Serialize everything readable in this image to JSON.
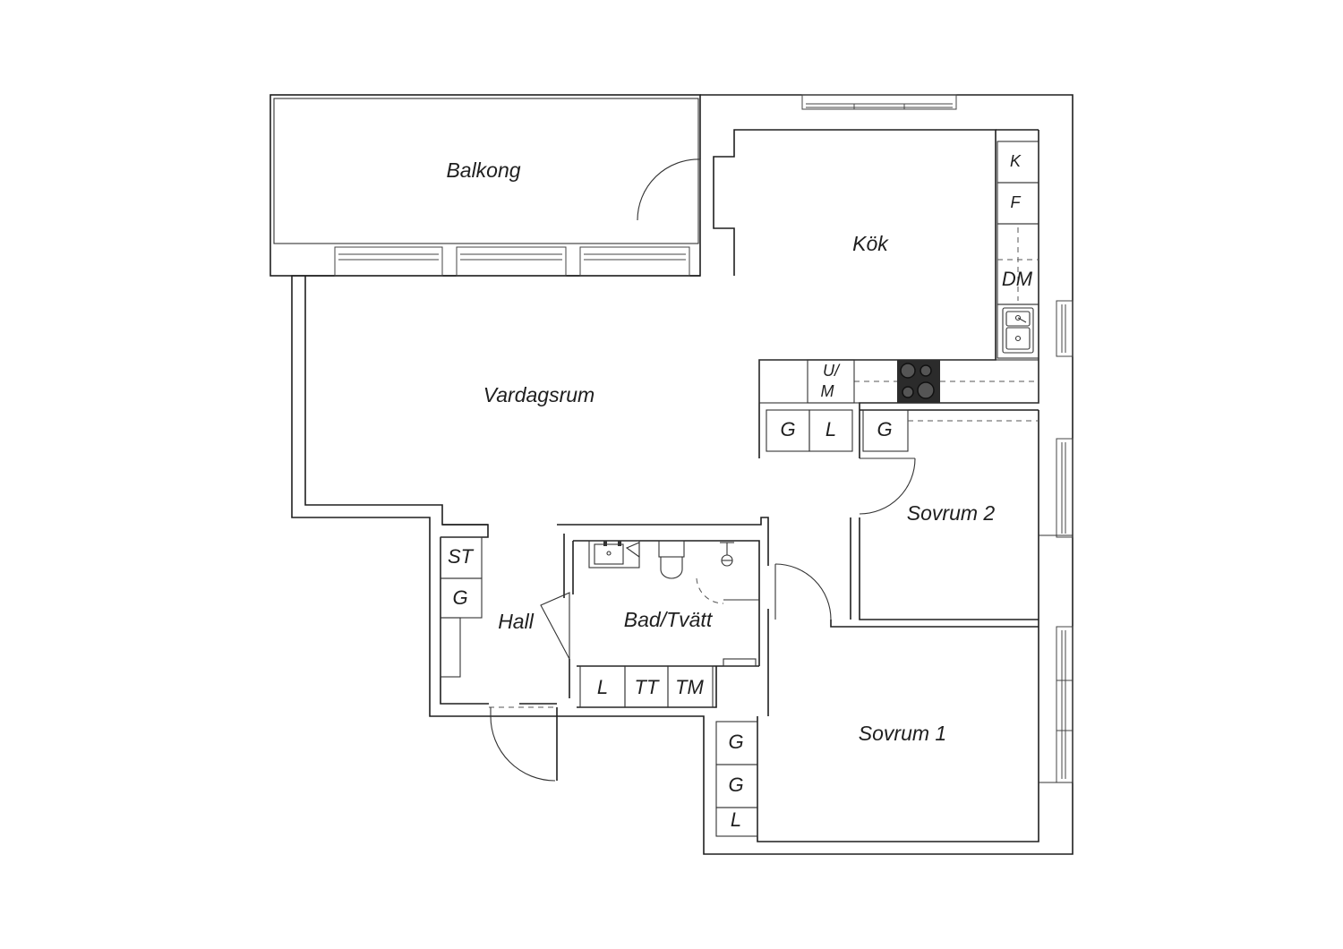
{
  "rooms": {
    "balkong": "Balkong",
    "kok": "Kök",
    "vardagsrum": "Vardagsrum",
    "sovrum2": "Sovrum 2",
    "hall": "Hall",
    "bad": "Bad/Tvätt",
    "sovrum1": "Sovrum 1"
  },
  "fixtures": {
    "k": "K",
    "f": "F",
    "dm": "DM",
    "um_top": "U/",
    "um_bottom": "M",
    "kitchen_g": "G",
    "kitchen_l": "L",
    "sovrum2_g": "G",
    "hall_st": "ST",
    "hall_g": "G",
    "bath_l": "L",
    "bath_tt": "TT",
    "bath_tm": "TM",
    "sovrum1_g1": "G",
    "sovrum1_g2": "G",
    "sovrum1_l": "L"
  },
  "icons": [
    "sink-icon",
    "stove-icon",
    "toilet-icon",
    "washbasin-icon",
    "shower-icon"
  ]
}
